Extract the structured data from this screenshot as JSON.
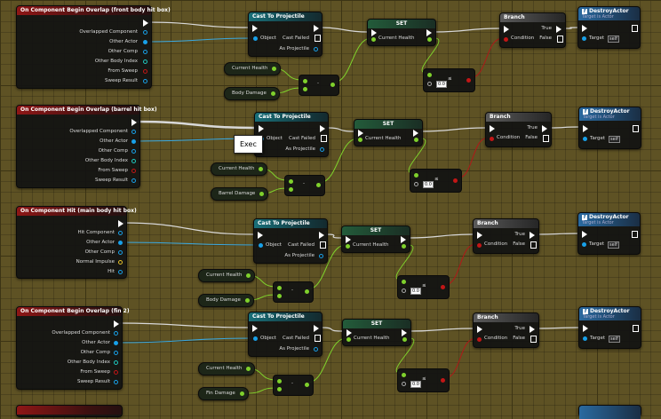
{
  "events": [
    {
      "title": "On Component Begin Overlap (front body hit box)",
      "pins": [
        "Overlapped Component",
        "Other Actor",
        "Other Comp",
        "Other Body Index",
        "From Sweep",
        "Sweep Result"
      ]
    },
    {
      "title": "On Component Begin Overlap (barrel hit box)",
      "pins": [
        "Overlapped Component",
        "Other Actor",
        "Other Comp",
        "Other Body Index",
        "From Sweep",
        "Sweep Result"
      ]
    },
    {
      "title": "On Component Hit (main body hit box)",
      "pins": [
        "Hit Component",
        "Other Actor",
        "Other Comp",
        "Normal Impulse",
        "Hit"
      ]
    },
    {
      "title": "On Component Begin Overlap (fin 2)",
      "pins": [
        "Overlapped Component",
        "Other Actor",
        "Other Comp",
        "Other Body Index",
        "From Sweep",
        "Sweep Result"
      ]
    }
  ],
  "cast": {
    "title": "Cast To Projectile",
    "object": "Object",
    "cast_failed": "Cast Failed",
    "as_projectile": "As Projectile"
  },
  "set": {
    "title": "SET",
    "current_health": "Current Health"
  },
  "branch": {
    "title": "Branch",
    "condition": "Condition",
    "true_label": "True",
    "false_label": "False"
  },
  "destroy": {
    "title": "DestroyActor",
    "subtitle": "Target is Actor",
    "target": "Target",
    "self": "self"
  },
  "vars": {
    "current_health": "Current Health",
    "damage": [
      "Body Damage",
      "Barrel Damage",
      "Body Damage",
      "Fin Damage"
    ]
  },
  "compare": {
    "value": "0.0"
  },
  "subtract": {
    "symbol": "-"
  },
  "tooltip": {
    "text": "Exec"
  },
  "colors": {
    "event": "#8e1616",
    "cast": "#19707a",
    "set": "#235b3a",
    "destroy": "#2a6aa0",
    "float_pin": "#7fd12c",
    "object_pin": "#18a0e8",
    "bool_pin": "#c21616"
  }
}
